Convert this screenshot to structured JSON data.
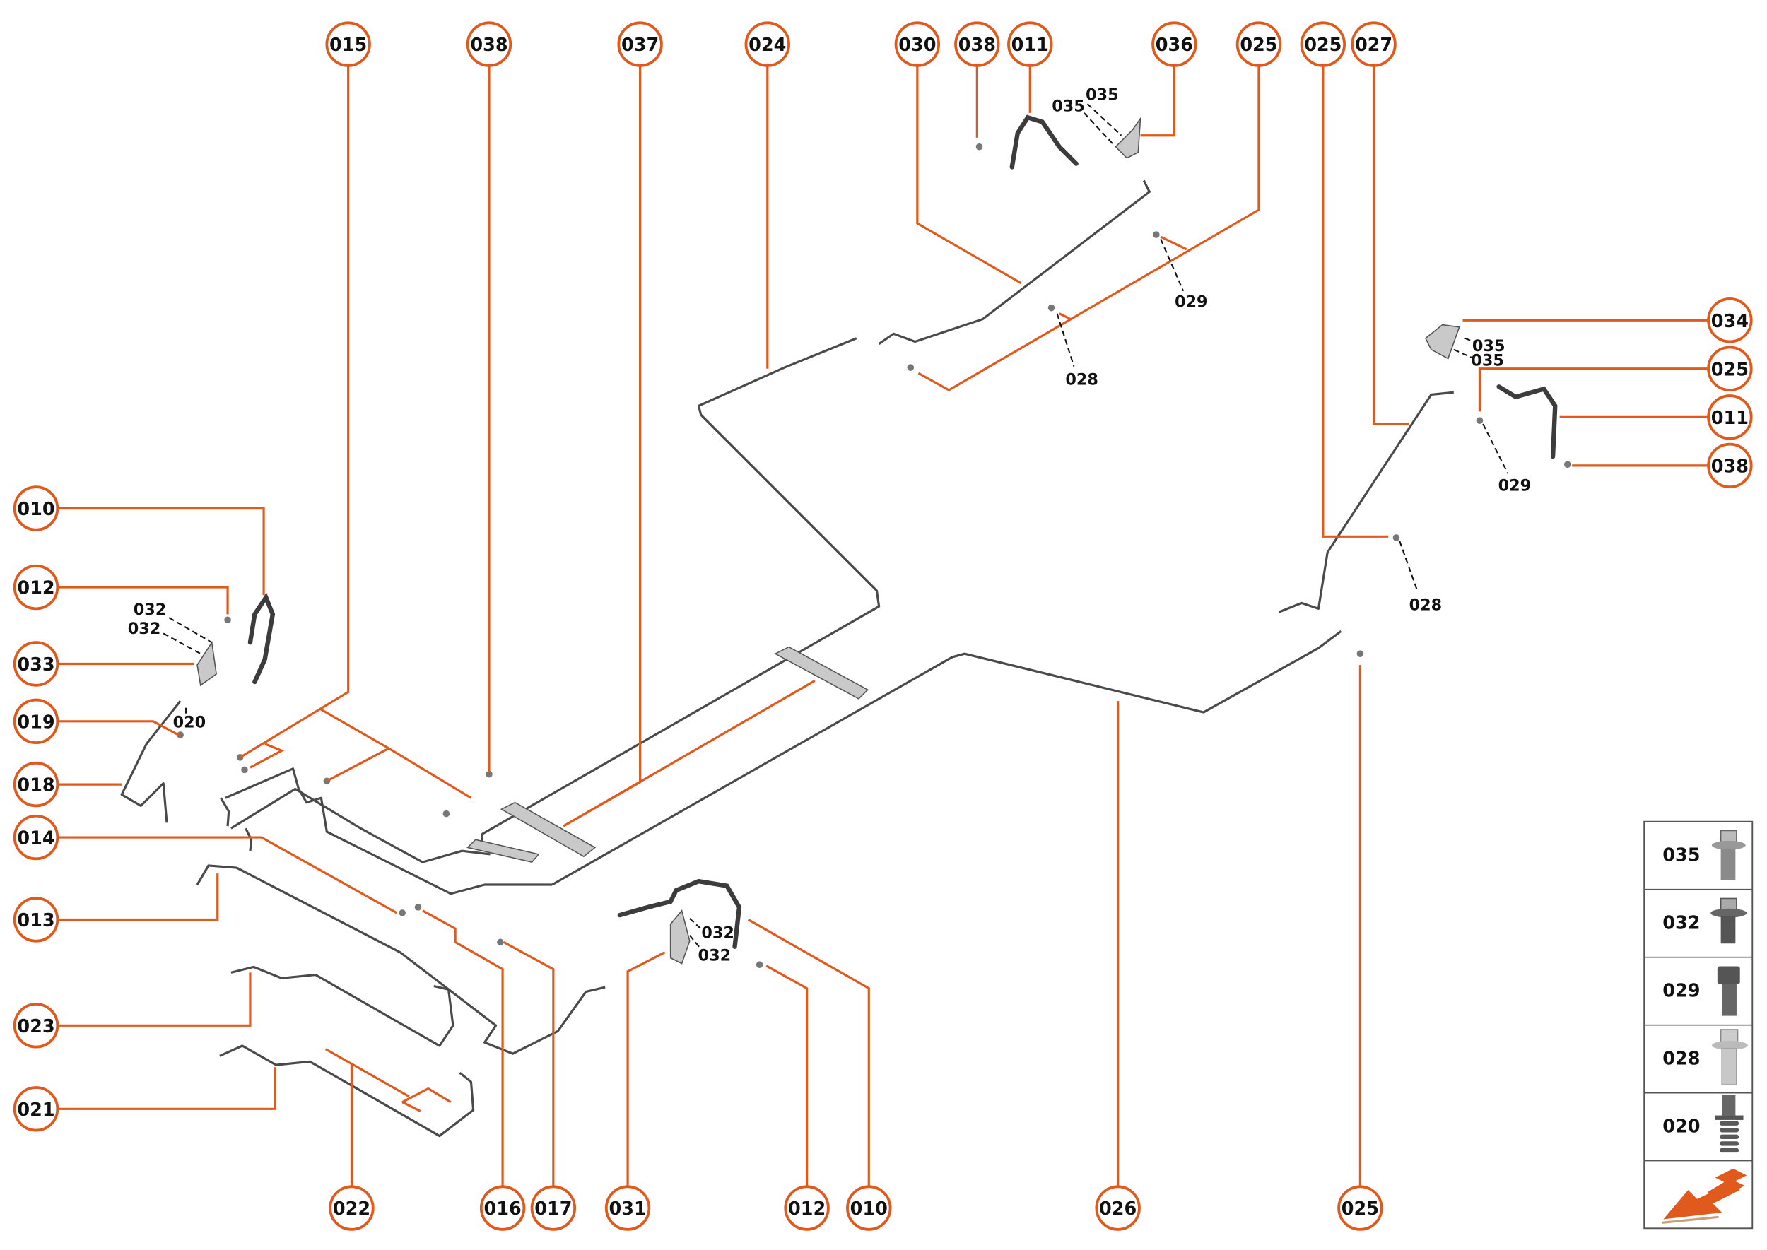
{
  "colors": {
    "accent": "#e05a1e",
    "pipe": "#4a4a4a",
    "text": "#111111"
  },
  "callouts": [
    "015",
    "038",
    "037",
    "024",
    "030",
    "038",
    "011",
    "036",
    "025",
    "025",
    "027",
    "034",
    "025",
    "011",
    "038",
    "010",
    "012",
    "033",
    "019",
    "018",
    "014",
    "013",
    "023",
    "021",
    "022",
    "016",
    "017",
    "031",
    "012",
    "010",
    "026",
    "025"
  ],
  "labels": [
    "035",
    "035",
    "029",
    "028",
    "035",
    "035",
    "029",
    "028",
    "032",
    "032",
    "020",
    "032",
    "032"
  ],
  "legend": {
    "items": [
      {
        "label": "035",
        "icon": "flange-hex-bolt-threaded-icon"
      },
      {
        "label": "032",
        "icon": "flange-hex-bolt-dark-icon"
      },
      {
        "label": "029",
        "icon": "socket-head-cap-screw-icon"
      },
      {
        "label": "028",
        "icon": "flange-hex-bolt-silver-icon"
      },
      {
        "label": "020",
        "icon": "threaded-stud-icon"
      }
    ],
    "direction_icon": "forward-direction-arrow-icon"
  }
}
